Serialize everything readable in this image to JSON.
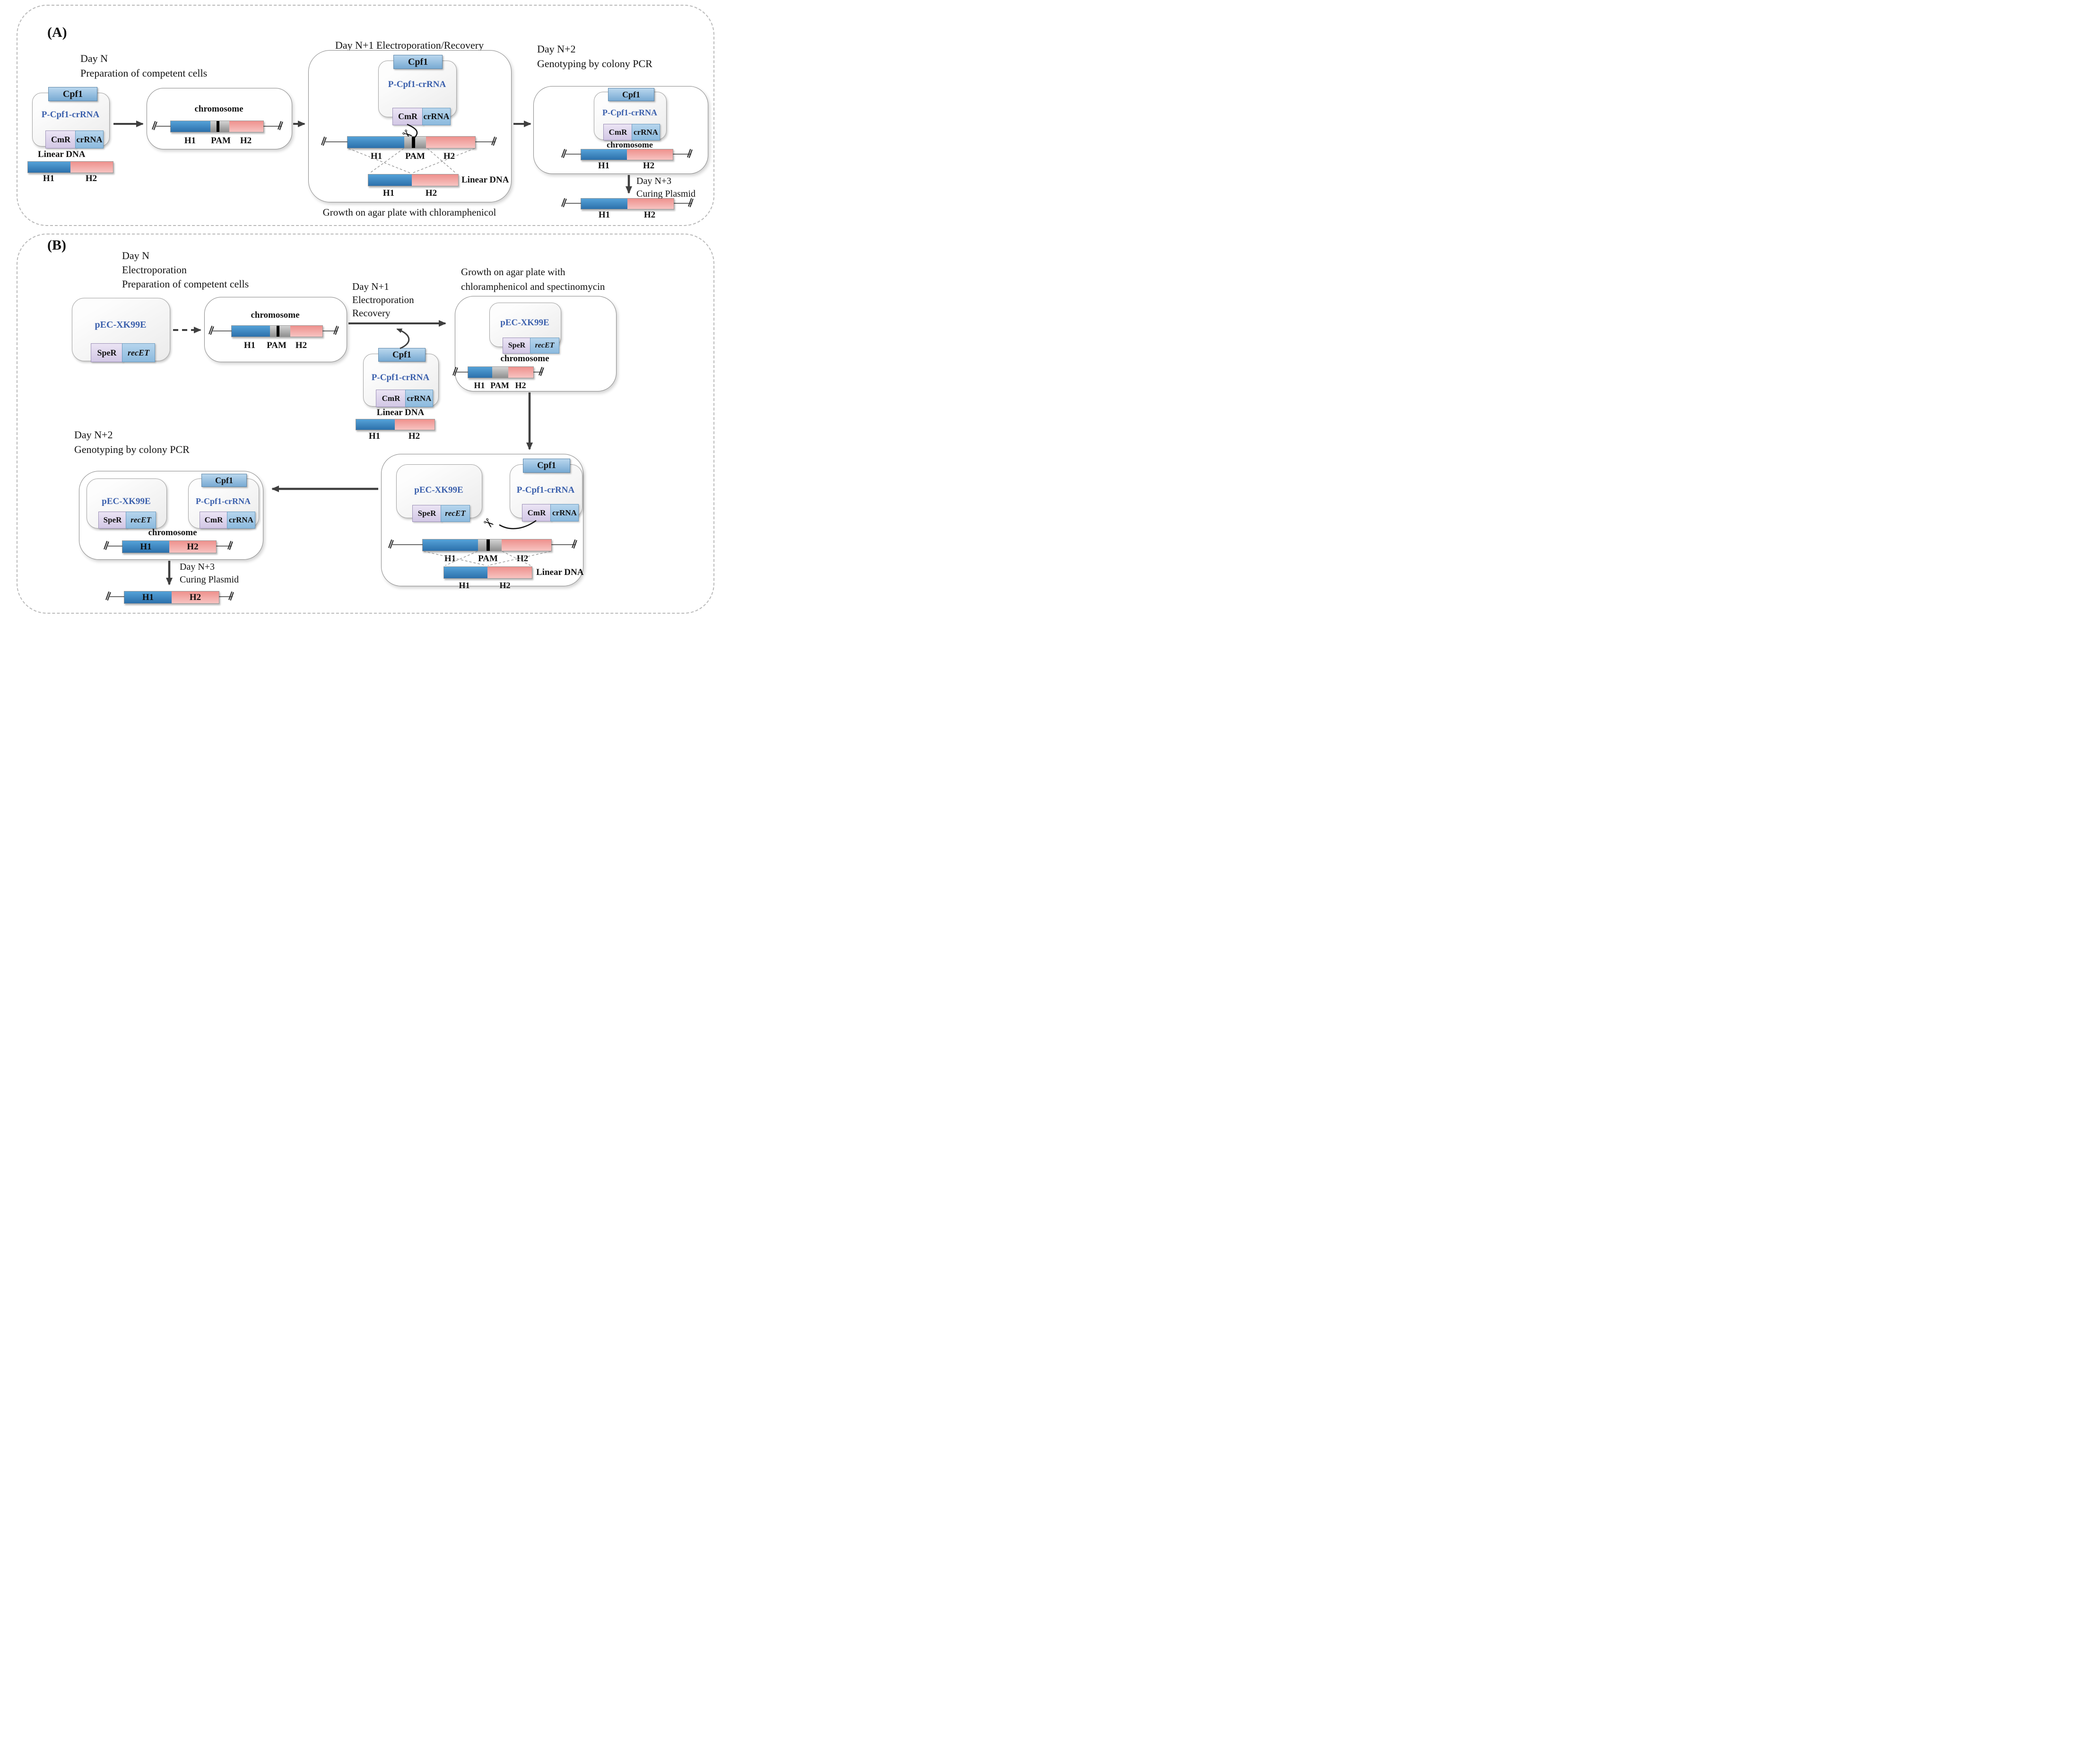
{
  "labels": {
    "cpf1": "Cpf1",
    "p_cpf1_crrna": "P-Cpf1-crRNA",
    "cmr": "CmR",
    "crrna": "crRNA",
    "linear_dna": "Linear DNA",
    "h1": "H1",
    "h2": "H2",
    "pam": "PAM",
    "chromosome": "chromosome",
    "pec_xk99e": "pEC-XK99E",
    "sper": "SpeR",
    "recet": "recET"
  },
  "panel_a": {
    "tag": "(A)",
    "day_n": [
      "Day N",
      "Preparation of competent cells"
    ],
    "day_n1_title": "Day N+1 Electroporation/Recovery",
    "growth_caption": "Growth on agar plate with chloramphenicol",
    "day_n2": [
      "Day N+2",
      "Genotyping by colony PCR"
    ],
    "day_n3": [
      "Day N+3",
      "Curing Plasmid"
    ]
  },
  "panel_b": {
    "tag": "(B)",
    "day_n": [
      "Day N",
      "Electroporation",
      "Preparation of competent cells"
    ],
    "day_n1": [
      "Day N+1",
      "Electroporation",
      "Recovery"
    ],
    "growth_title": [
      "Growth on agar plate with",
      "chloramphenicol and spectinomycin"
    ],
    "day_n2": [
      "Day N+2",
      "Genotyping by colony PCR"
    ],
    "day_n3": [
      "Day N+3",
      "Curing Plasmid"
    ]
  },
  "icons": {
    "scissors": "✂",
    "dna_break": "∥"
  },
  "colors": {
    "h1_blue": "#3781bd",
    "h2_pink": "#f2a09d",
    "pam_gray": "#b9b9b9",
    "pam_site_black": "#000000",
    "plasmid_name_blue": "#3a5fac",
    "gene_lavender": "#dcd2ea",
    "gene_light_blue": "#9cc3e5",
    "arrow_gray": "#3f3f3f"
  }
}
